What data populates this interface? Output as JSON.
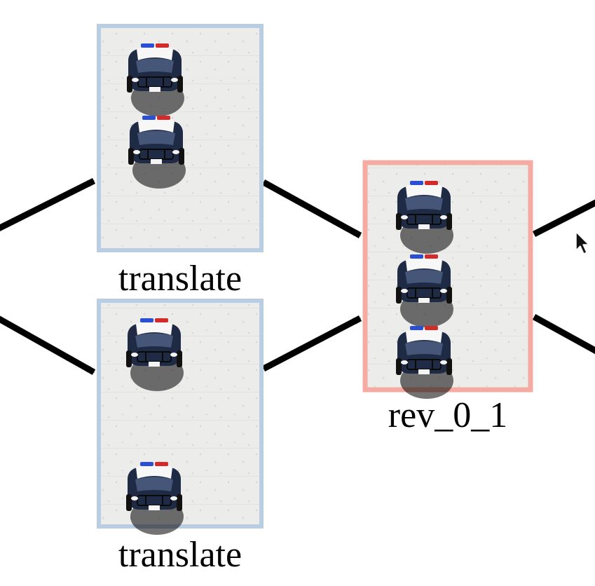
{
  "diagram": {
    "nodes": [
      {
        "id": "translate_top",
        "label": "translate",
        "border_color": "#b9cde3",
        "car_count": 2
      },
      {
        "id": "translate_bottom",
        "label": "translate",
        "border_color": "#b9cde3",
        "car_count": 2
      },
      {
        "id": "rev_0_1",
        "label": "rev_0_1",
        "border_color": "#f5aaa2",
        "car_count": 3
      }
    ],
    "edges": [
      {
        "from": "offscreen_left",
        "to": "translate_top"
      },
      {
        "from": "offscreen_left",
        "to": "translate_bottom"
      },
      {
        "from": "translate_top",
        "to": "rev_0_1"
      },
      {
        "from": "translate_bottom",
        "to": "rev_0_1"
      },
      {
        "from": "rev_0_1",
        "to": "offscreen_right"
      },
      {
        "from": "rev_0_1",
        "to": "offscreen_right"
      }
    ],
    "colors": {
      "edge": "#000000",
      "pavement": "#ececea",
      "car_body": "#1f2a45",
      "car_roof": "#f7f7f7",
      "lightbar_red": "#d42a2a",
      "lightbar_blue": "#2a4fd4"
    }
  },
  "cursor": {
    "icon": "mouse-pointer-icon"
  }
}
